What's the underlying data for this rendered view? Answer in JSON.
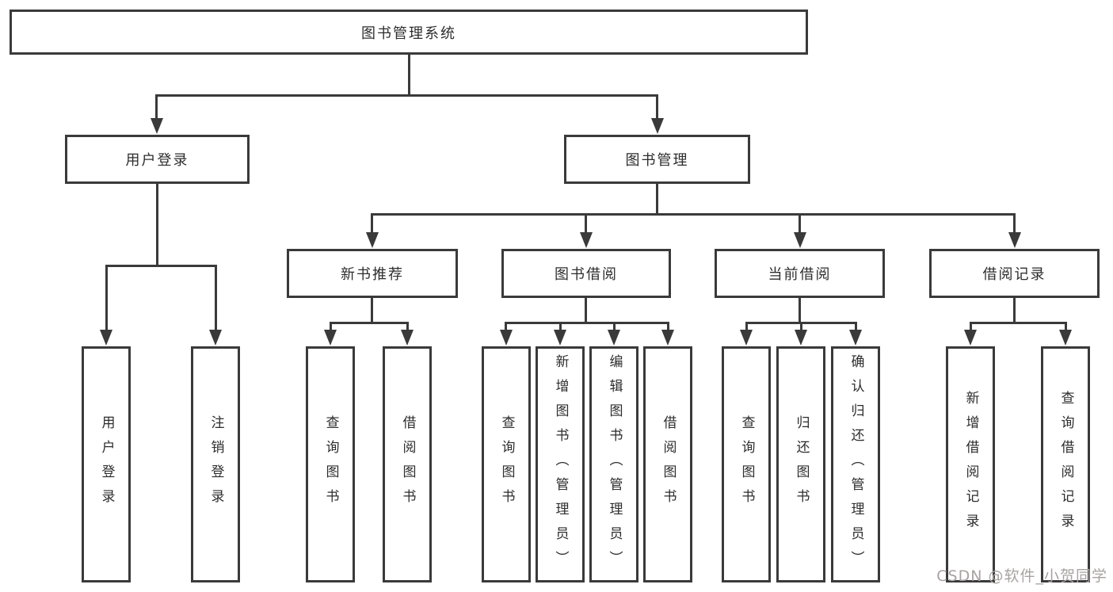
{
  "diagram_type": "hierarchy",
  "tree": {
    "label": "图书管理系统",
    "children": [
      {
        "label": "用户登录",
        "children": [
          {
            "label": "用户登录"
          },
          {
            "label": "注销登录"
          }
        ]
      },
      {
        "label": "图书管理",
        "children": [
          {
            "label": "新书推荐",
            "children": [
              {
                "label": "查询图书"
              },
              {
                "label": "借阅图书"
              }
            ]
          },
          {
            "label": "图书借阅",
            "children": [
              {
                "label": "查询图书"
              },
              {
                "label": "新增图书（管理员）"
              },
              {
                "label": "编辑图书（管理员）"
              },
              {
                "label": "借阅图书"
              }
            ]
          },
          {
            "label": "当前借阅",
            "children": [
              {
                "label": "查询图书"
              },
              {
                "label": "归还图书"
              },
              {
                "label": "确认归还（管理员）"
              }
            ]
          },
          {
            "label": "借阅记录",
            "children": [
              {
                "label": "新增借阅记录"
              },
              {
                "label": "查询借阅记录"
              }
            ]
          }
        ]
      }
    ]
  },
  "watermark": {
    "text": "CSDN @软件_小贺同学"
  },
  "colors": {
    "line": "#3a3a3a",
    "text": "#2d2d2d",
    "box_bg": "#ffffff",
    "watermark": "#a8a2a2",
    "background": "#ffffff"
  }
}
